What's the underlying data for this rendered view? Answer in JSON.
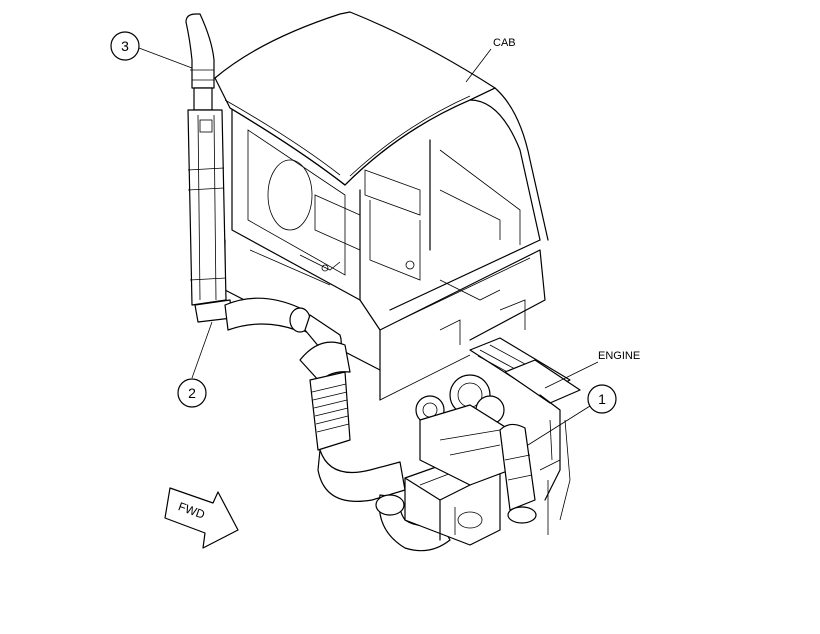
{
  "labels": {
    "cab": "CAB",
    "engine": "ENGINE",
    "fwd": "FWD"
  },
  "callouts": [
    {
      "id": "callout-3",
      "number": "3"
    },
    {
      "id": "callout-2",
      "number": "2"
    },
    {
      "id": "callout-1",
      "number": "1"
    }
  ]
}
